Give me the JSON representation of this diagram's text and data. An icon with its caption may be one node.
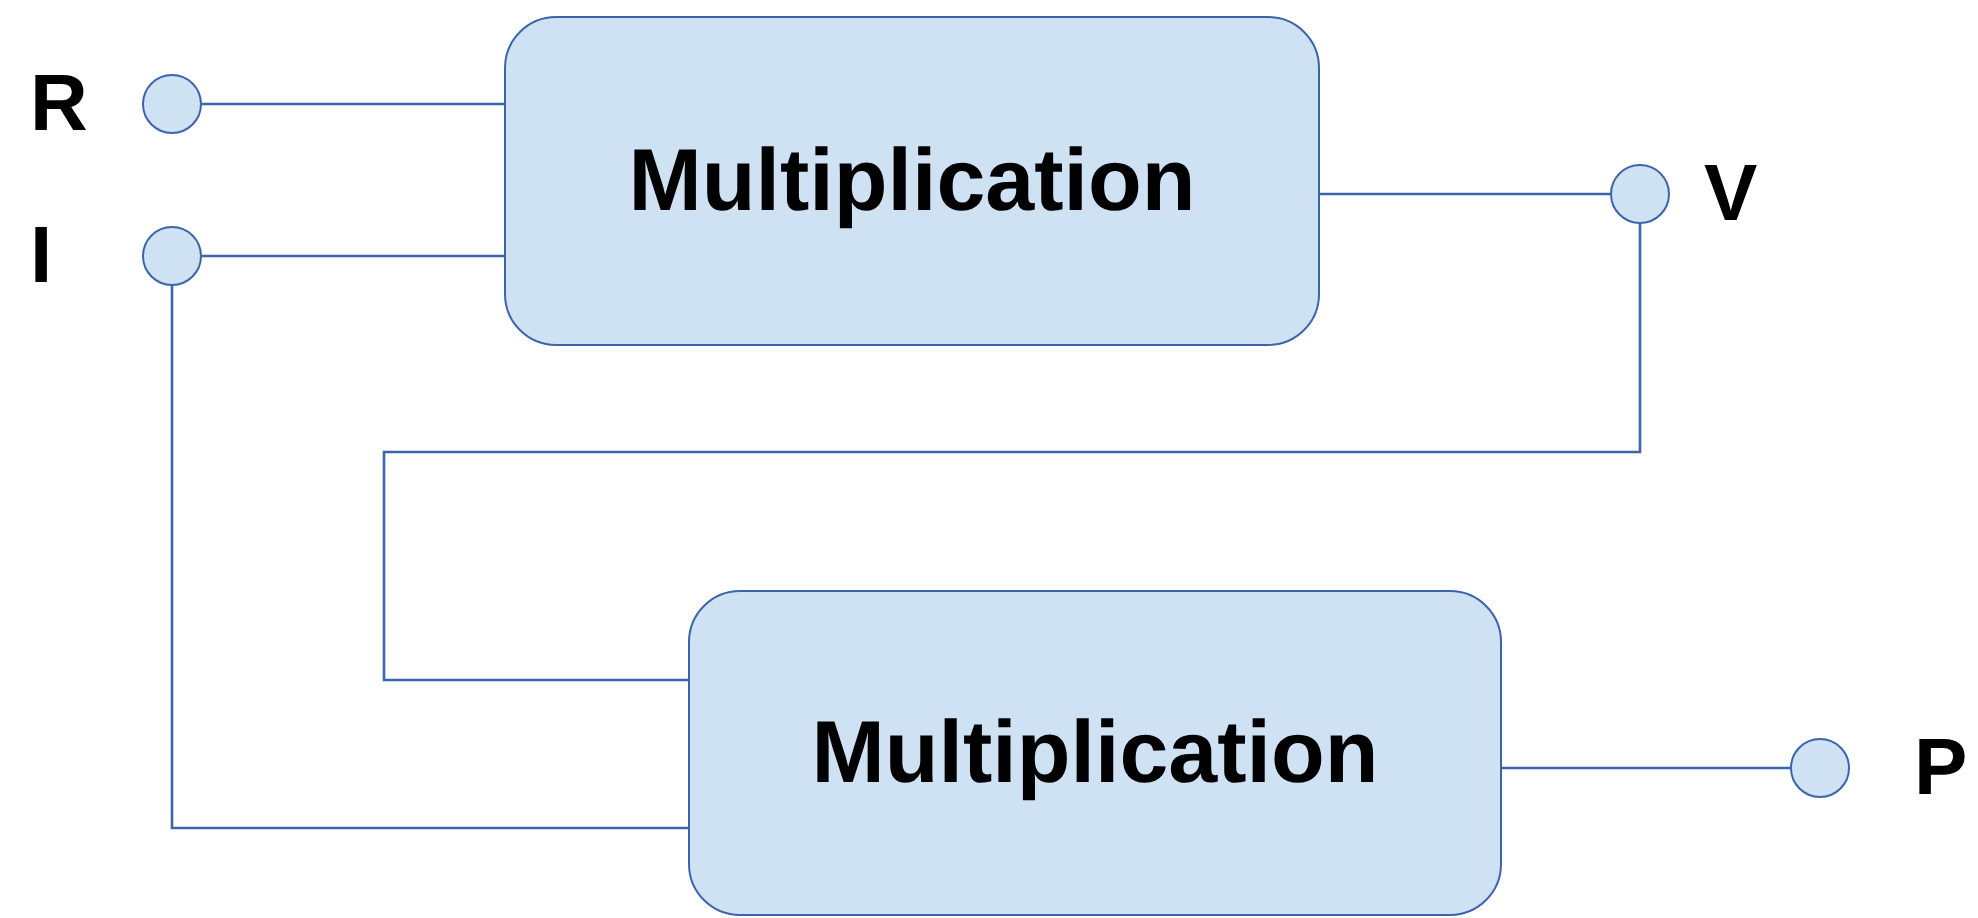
{
  "diagram": {
    "nodes": [
      {
        "text": [],
        "shape": "circle",
        "beside": [
          "R"
        ]
      },
      {
        "text": [],
        "shape": "circle",
        "beside": [
          "I"
        ]
      },
      {
        "text": [
          "Multiplication"
        ]
      },
      {
        "text": [],
        "shape": "circle",
        "beside": [
          "V"
        ]
      },
      {
        "text": [
          "Multiplication"
        ]
      },
      {
        "text": [],
        "shape": "circle",
        "beside": [
          "P"
        ]
      }
    ],
    "edges": [
      {
        "from": 0,
        "to": 2,
        "arrow": "none"
      },
      {
        "from": 1,
        "to": 2,
        "arrow": "none"
      },
      {
        "from": 2,
        "to": 3,
        "arrow": "none"
      },
      {
        "from": 3,
        "to": 4,
        "arrow": "none"
      },
      {
        "from": 1,
        "to": 4,
        "arrow": "none"
      },
      {
        "from": 4,
        "to": 5,
        "arrow": "none"
      }
    ]
  }
}
